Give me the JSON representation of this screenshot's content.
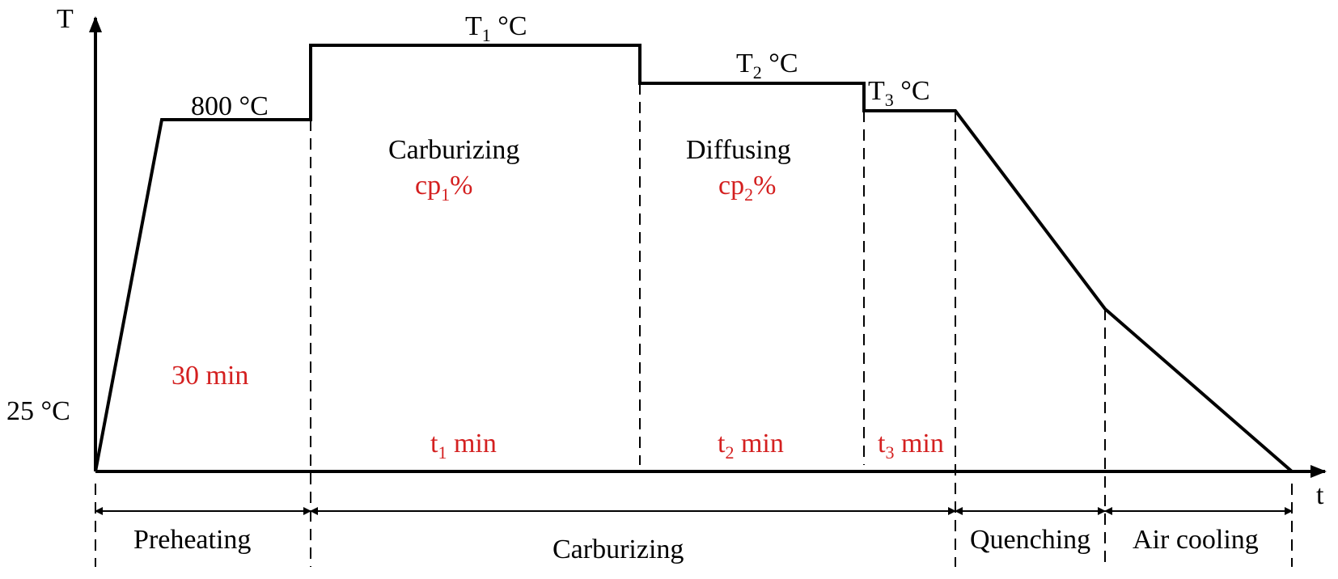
{
  "axes": {
    "y_label": "T",
    "x_label": "t",
    "y_start_label": "25 °C"
  },
  "plateaus": {
    "preheat_temp": "800 °C",
    "t1_main": "T",
    "t1_sub": "1",
    "t1_unit": " °C",
    "t2_main": "T",
    "t2_sub": "2",
    "t2_unit": " °C",
    "t3_main": "T",
    "t3_sub": "3",
    "t3_unit": " °C"
  },
  "stages": {
    "carburizing_label": "Carburizing",
    "carburizing_cp_main": "cp",
    "carburizing_cp_sub": "1",
    "carburizing_cp_unit": "%",
    "diffusing_label": "Diffusing",
    "diffusing_cp_main": "cp",
    "diffusing_cp_sub": "2",
    "diffusing_cp_unit": "%"
  },
  "durations": {
    "preheat": "30 min",
    "t1_main": "t",
    "t1_sub": "1",
    "t1_unit": " min",
    "t2_main": "t",
    "t2_sub": "2",
    "t2_unit": " min",
    "t3_main": "t",
    "t3_sub": "3",
    "t3_unit": " min"
  },
  "phases": {
    "preheating": "Preheating",
    "carburizing": "Carburizing",
    "quenching": "Quenching",
    "air_cooling": "Air cooling"
  },
  "colors": {
    "line": "#000000",
    "highlight": "#d42020"
  }
}
